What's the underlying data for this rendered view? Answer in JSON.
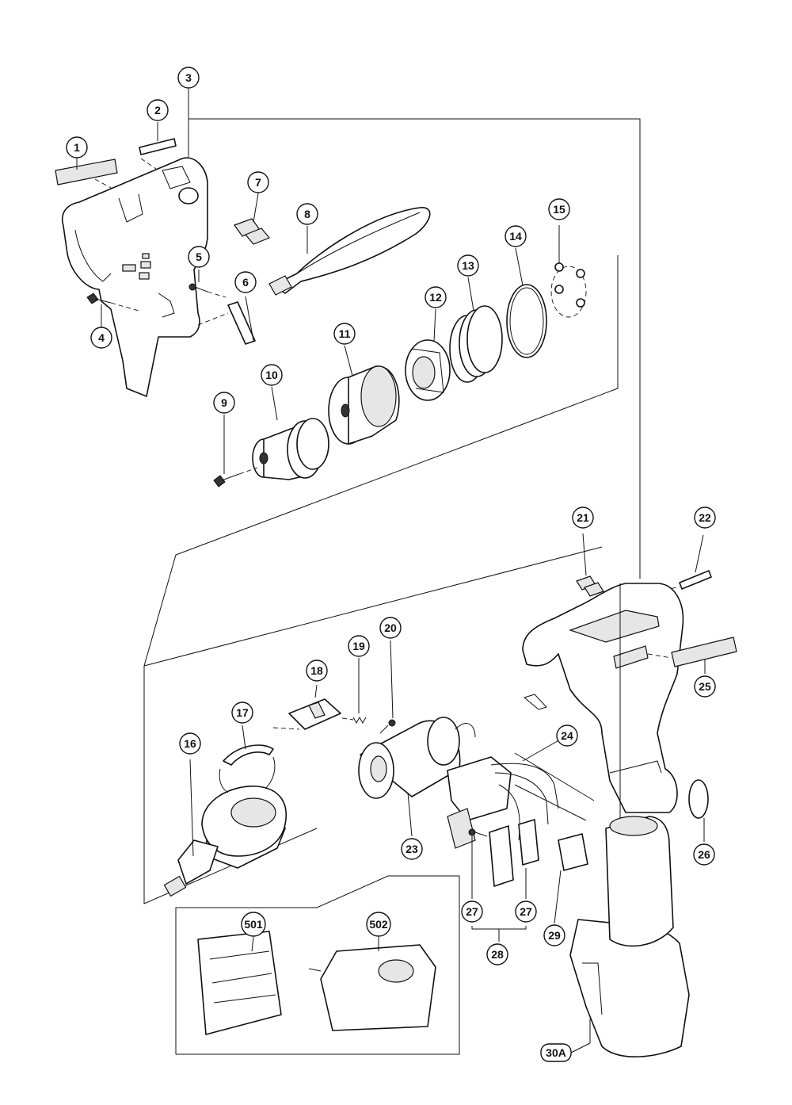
{
  "callouts": [
    {
      "id": "1",
      "label": "1"
    },
    {
      "id": "2",
      "label": "2"
    },
    {
      "id": "3",
      "label": "3"
    },
    {
      "id": "4",
      "label": "4"
    },
    {
      "id": "5",
      "label": "5"
    },
    {
      "id": "6",
      "label": "6"
    },
    {
      "id": "7",
      "label": "7"
    },
    {
      "id": "8",
      "label": "8"
    },
    {
      "id": "9",
      "label": "9"
    },
    {
      "id": "10",
      "label": "10"
    },
    {
      "id": "11",
      "label": "11"
    },
    {
      "id": "12",
      "label": "12"
    },
    {
      "id": "13",
      "label": "13"
    },
    {
      "id": "14",
      "label": "14"
    },
    {
      "id": "15",
      "label": "15"
    },
    {
      "id": "16",
      "label": "16"
    },
    {
      "id": "17",
      "label": "17"
    },
    {
      "id": "18",
      "label": "18"
    },
    {
      "id": "19",
      "label": "19"
    },
    {
      "id": "20",
      "label": "20"
    },
    {
      "id": "21",
      "label": "21"
    },
    {
      "id": "22",
      "label": "22"
    },
    {
      "id": "23",
      "label": "23"
    },
    {
      "id": "24",
      "label": "24"
    },
    {
      "id": "25",
      "label": "25"
    },
    {
      "id": "26",
      "label": "26"
    },
    {
      "id": "27a",
      "label": "27"
    },
    {
      "id": "27b",
      "label": "27"
    },
    {
      "id": "28",
      "label": "28"
    },
    {
      "id": "29",
      "label": "29"
    },
    {
      "id": "30A",
      "label": "30A"
    },
    {
      "id": "501",
      "label": "501"
    },
    {
      "id": "502",
      "label": "502"
    }
  ]
}
